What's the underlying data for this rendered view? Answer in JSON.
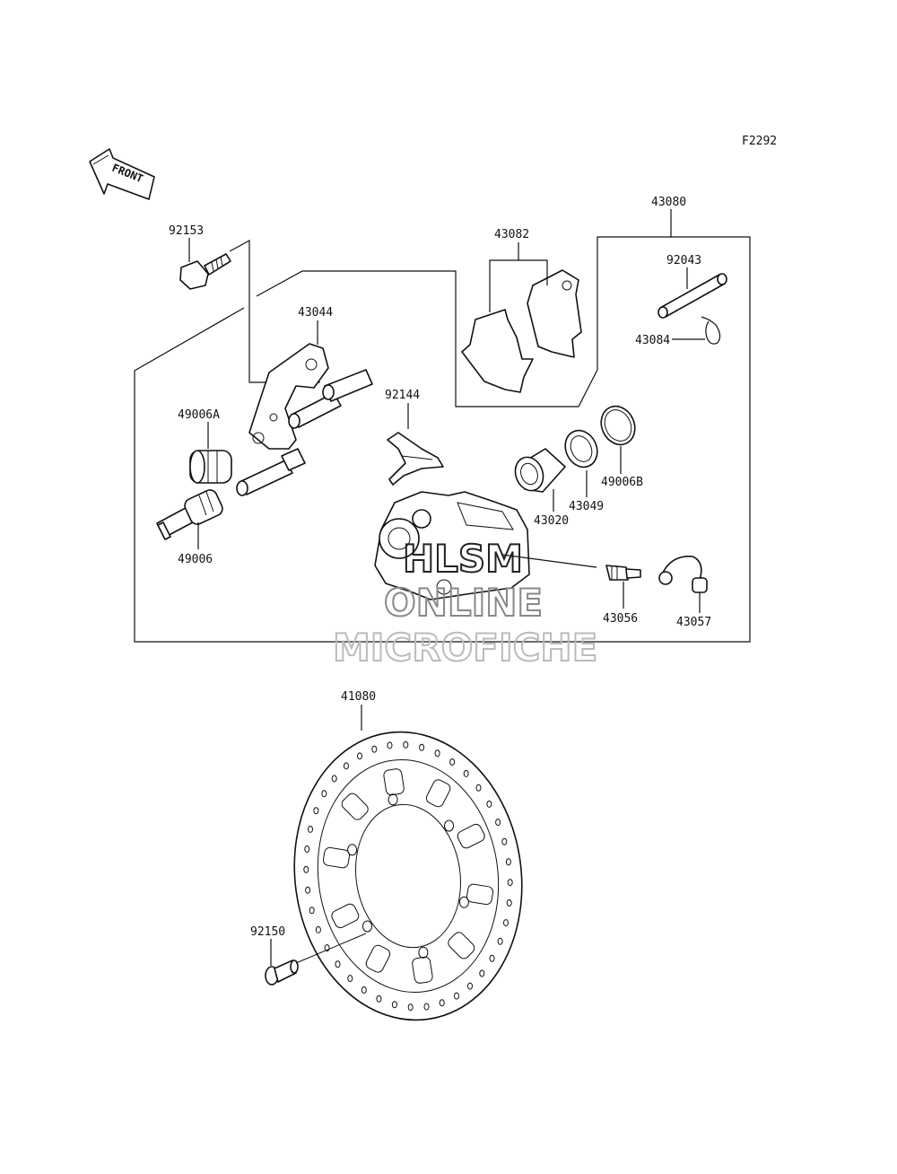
{
  "diagram_code": "F2292",
  "front_arrow_label": "FRONT",
  "watermark": {
    "line1": "HLSM",
    "line2": "ONLINE",
    "line3": "MICROFICHE"
  },
  "parts": {
    "p92153": "92153",
    "p43044": "43044",
    "p43082": "43082",
    "p43080": "43080",
    "p92043": "92043",
    "p43084": "43084",
    "p49006A": "49006A",
    "p92144": "92144",
    "p49006B": "49006B",
    "p43049": "43049",
    "p43020": "43020",
    "p49006": "49006",
    "p43056": "43056",
    "p43057": "43057",
    "p41080": "41080",
    "p92150": "92150"
  }
}
